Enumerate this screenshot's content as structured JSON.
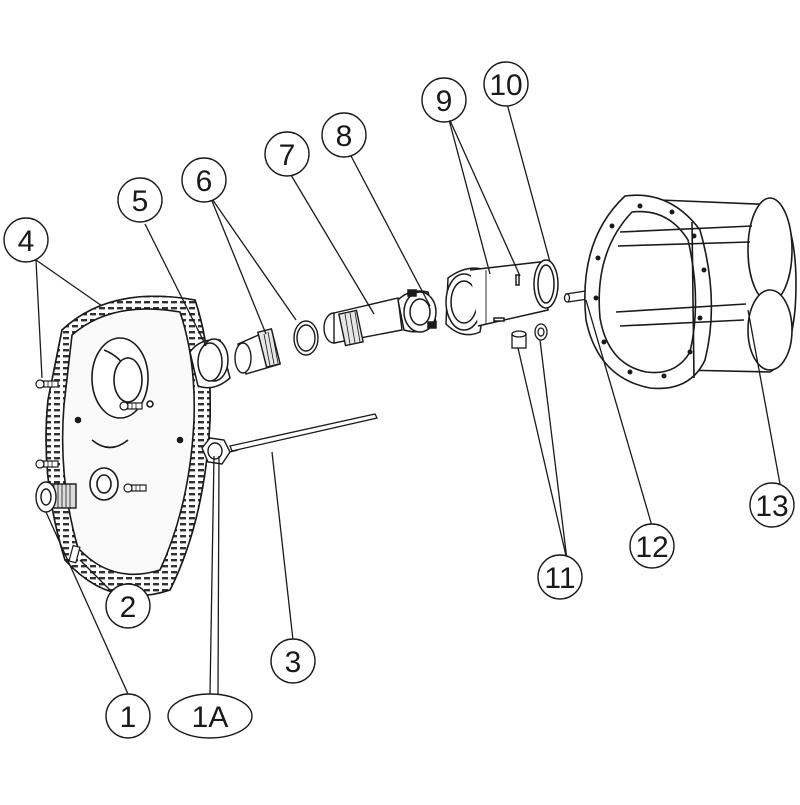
{
  "callouts": [
    {
      "id": "1",
      "label": "1"
    },
    {
      "id": "1A",
      "label": "1A"
    },
    {
      "id": "2",
      "label": "2"
    },
    {
      "id": "3",
      "label": "3"
    },
    {
      "id": "4",
      "label": "4"
    },
    {
      "id": "5",
      "label": "5"
    },
    {
      "id": "6",
      "label": "6"
    },
    {
      "id": "7",
      "label": "7"
    },
    {
      "id": "8",
      "label": "8"
    },
    {
      "id": "9",
      "label": "9"
    },
    {
      "id": "10",
      "label": "10"
    },
    {
      "id": "11",
      "label": "11"
    },
    {
      "id": "12",
      "label": "12"
    },
    {
      "id": "13",
      "label": "13"
    }
  ]
}
